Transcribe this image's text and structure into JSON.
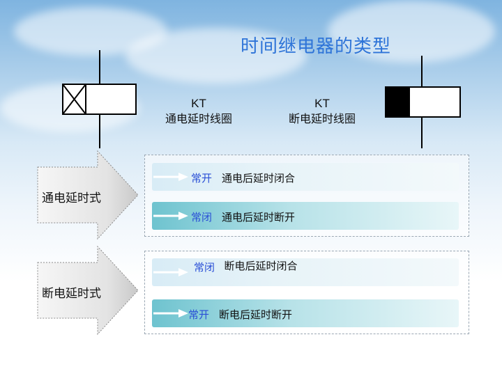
{
  "title": "时间继电器的类型",
  "coils": [
    {
      "code": "KT",
      "label": "通电延时线圈"
    },
    {
      "code": "KT",
      "label": "断电延时线圈"
    }
  ],
  "groups": [
    {
      "label": "通电延时式",
      "rows": [
        {
          "type": "常开",
          "desc": "通电后延时闭合"
        },
        {
          "type": "常闭",
          "desc": "通电后延时断开"
        }
      ]
    },
    {
      "label": "断电延时式",
      "rows": [
        {
          "type": "常闭",
          "desc": "断电后延时闭合"
        },
        {
          "type": "常开",
          "desc": "断电后延时断开"
        }
      ]
    }
  ],
  "colors": {
    "title": "#2e74d8",
    "type_text": "#2a4fd6",
    "bar_teal": "#6ec3cf"
  }
}
